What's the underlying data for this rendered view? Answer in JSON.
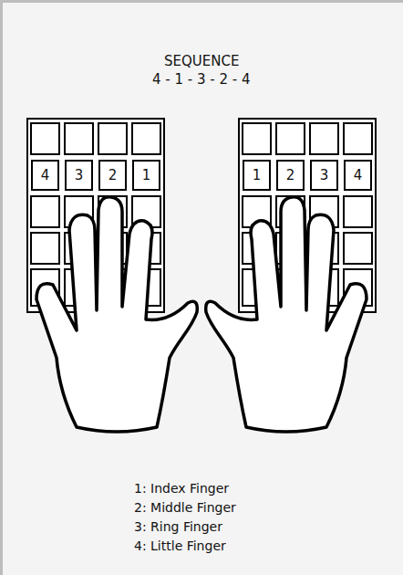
{
  "diagram": {
    "title": "SEQUENCE",
    "nodes": [
      {
        "text": [
          "4"
        ]
      },
      {
        "text": [
          "3"
        ]
      },
      {
        "text": [
          "2"
        ]
      },
      {
        "text": [
          "1"
        ]
      },
      {
        "text": [
          "1"
        ]
      },
      {
        "text": [
          "2"
        ]
      },
      {
        "text": [
          "3"
        ]
      },
      {
        "text": [
          "4"
        ]
      }
    ],
    "labels": [
      "4 - 1 - 3 - 2 - 4",
      "1: Index Finger",
      "2: Middle Finger",
      "3: Ring Finger",
      "4: Little Finger"
    ]
  }
}
